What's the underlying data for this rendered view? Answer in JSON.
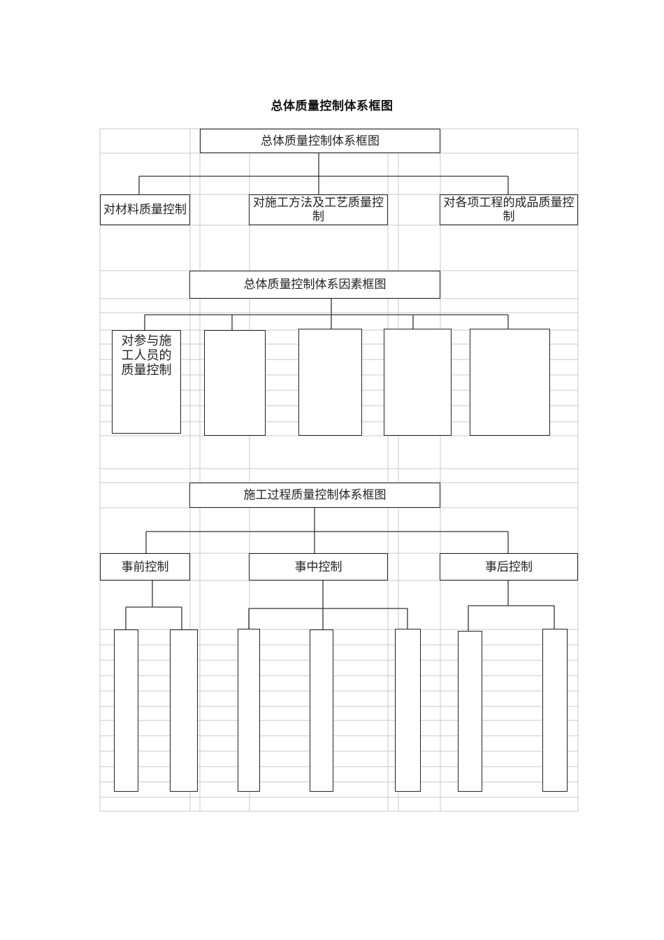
{
  "page_title": "总体质量控制体系框图",
  "section1": {
    "root": "总体质量控制体系框图",
    "children": [
      "对材料质量控制",
      "对施工方法及工艺质量控制",
      "对各项工程的成品质量控制"
    ]
  },
  "section2": {
    "root": "总体质量控制体系因素框图",
    "children": [
      "对参与施工人员的质量控制",
      "",
      "",
      "",
      ""
    ]
  },
  "section3": {
    "root": "施工过程质量控制体系框图",
    "children": [
      "事前控制",
      "事中控制",
      "事后控制"
    ]
  }
}
